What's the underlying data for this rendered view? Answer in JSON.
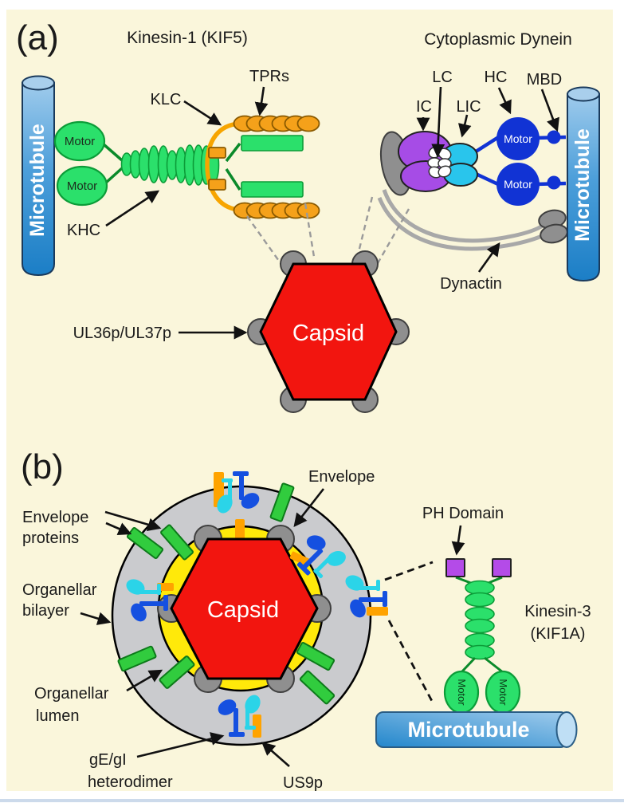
{
  "palette": {
    "background": "#FAF6DB",
    "microtubule_dark": "#1B7EC6",
    "microtubule_light": "#A9D2EF",
    "kinesin_green": "#2BE06B",
    "orange_tpr": "#F5A11A",
    "capsid_red": "#F2150F",
    "vertex_gray": "#8F8F8F",
    "dynein_purple": "#A64CE6",
    "dynein_cyan": "#29C5EC",
    "dynein_blue": "#1133D4",
    "dynactin_gray": "#A8A8A8",
    "membrane_gray": "#CACBCE",
    "lumen_yellow": "#FFE90A",
    "envelope_green": "#31CC3E",
    "ph_purple": "#B44BE8",
    "us9_orange": "#FFA300",
    "gE_cyan": "#2BD4E8",
    "gI_blue": "#1550E0"
  },
  "panel_a": {
    "tag": "(a)",
    "kinesin_title": "Kinesin-1 (KIF5)",
    "dynein_title": "Cytoplasmic Dynein",
    "microtubule": "Microtubule",
    "motor": "Motor",
    "capsid": "Capsid",
    "labels": {
      "klc": "KLC",
      "tprs": "TPRs",
      "khc": "KHC",
      "ic": "IC",
      "lc": "LC",
      "lic": "LIC",
      "hc": "HC",
      "mbd": "MBD",
      "dynactin": "Dynactin",
      "ul36": "UL36p/UL37p"
    }
  },
  "panel_b": {
    "tag": "(b)",
    "capsid": "Capsid",
    "microtubule": "Microtubule",
    "motor": "Motor",
    "labels": {
      "envelope_proteins_line1": "Envelope",
      "envelope_proteins_line2": "proteins",
      "organellar_bilayer_line1": "Organellar",
      "organellar_bilayer_line2": "bilayer",
      "organellar_lumen_line1": "Organellar",
      "organellar_lumen_line2": "lumen",
      "gegi_line1": "gE/gI",
      "gegi_line2": "heterodimer",
      "us9p": "US9p",
      "envelope": "Envelope",
      "ph_domain": "PH Domain",
      "kinesin3_line1": "Kinesin-3",
      "kinesin3_line2": "(KIF1A)"
    }
  }
}
